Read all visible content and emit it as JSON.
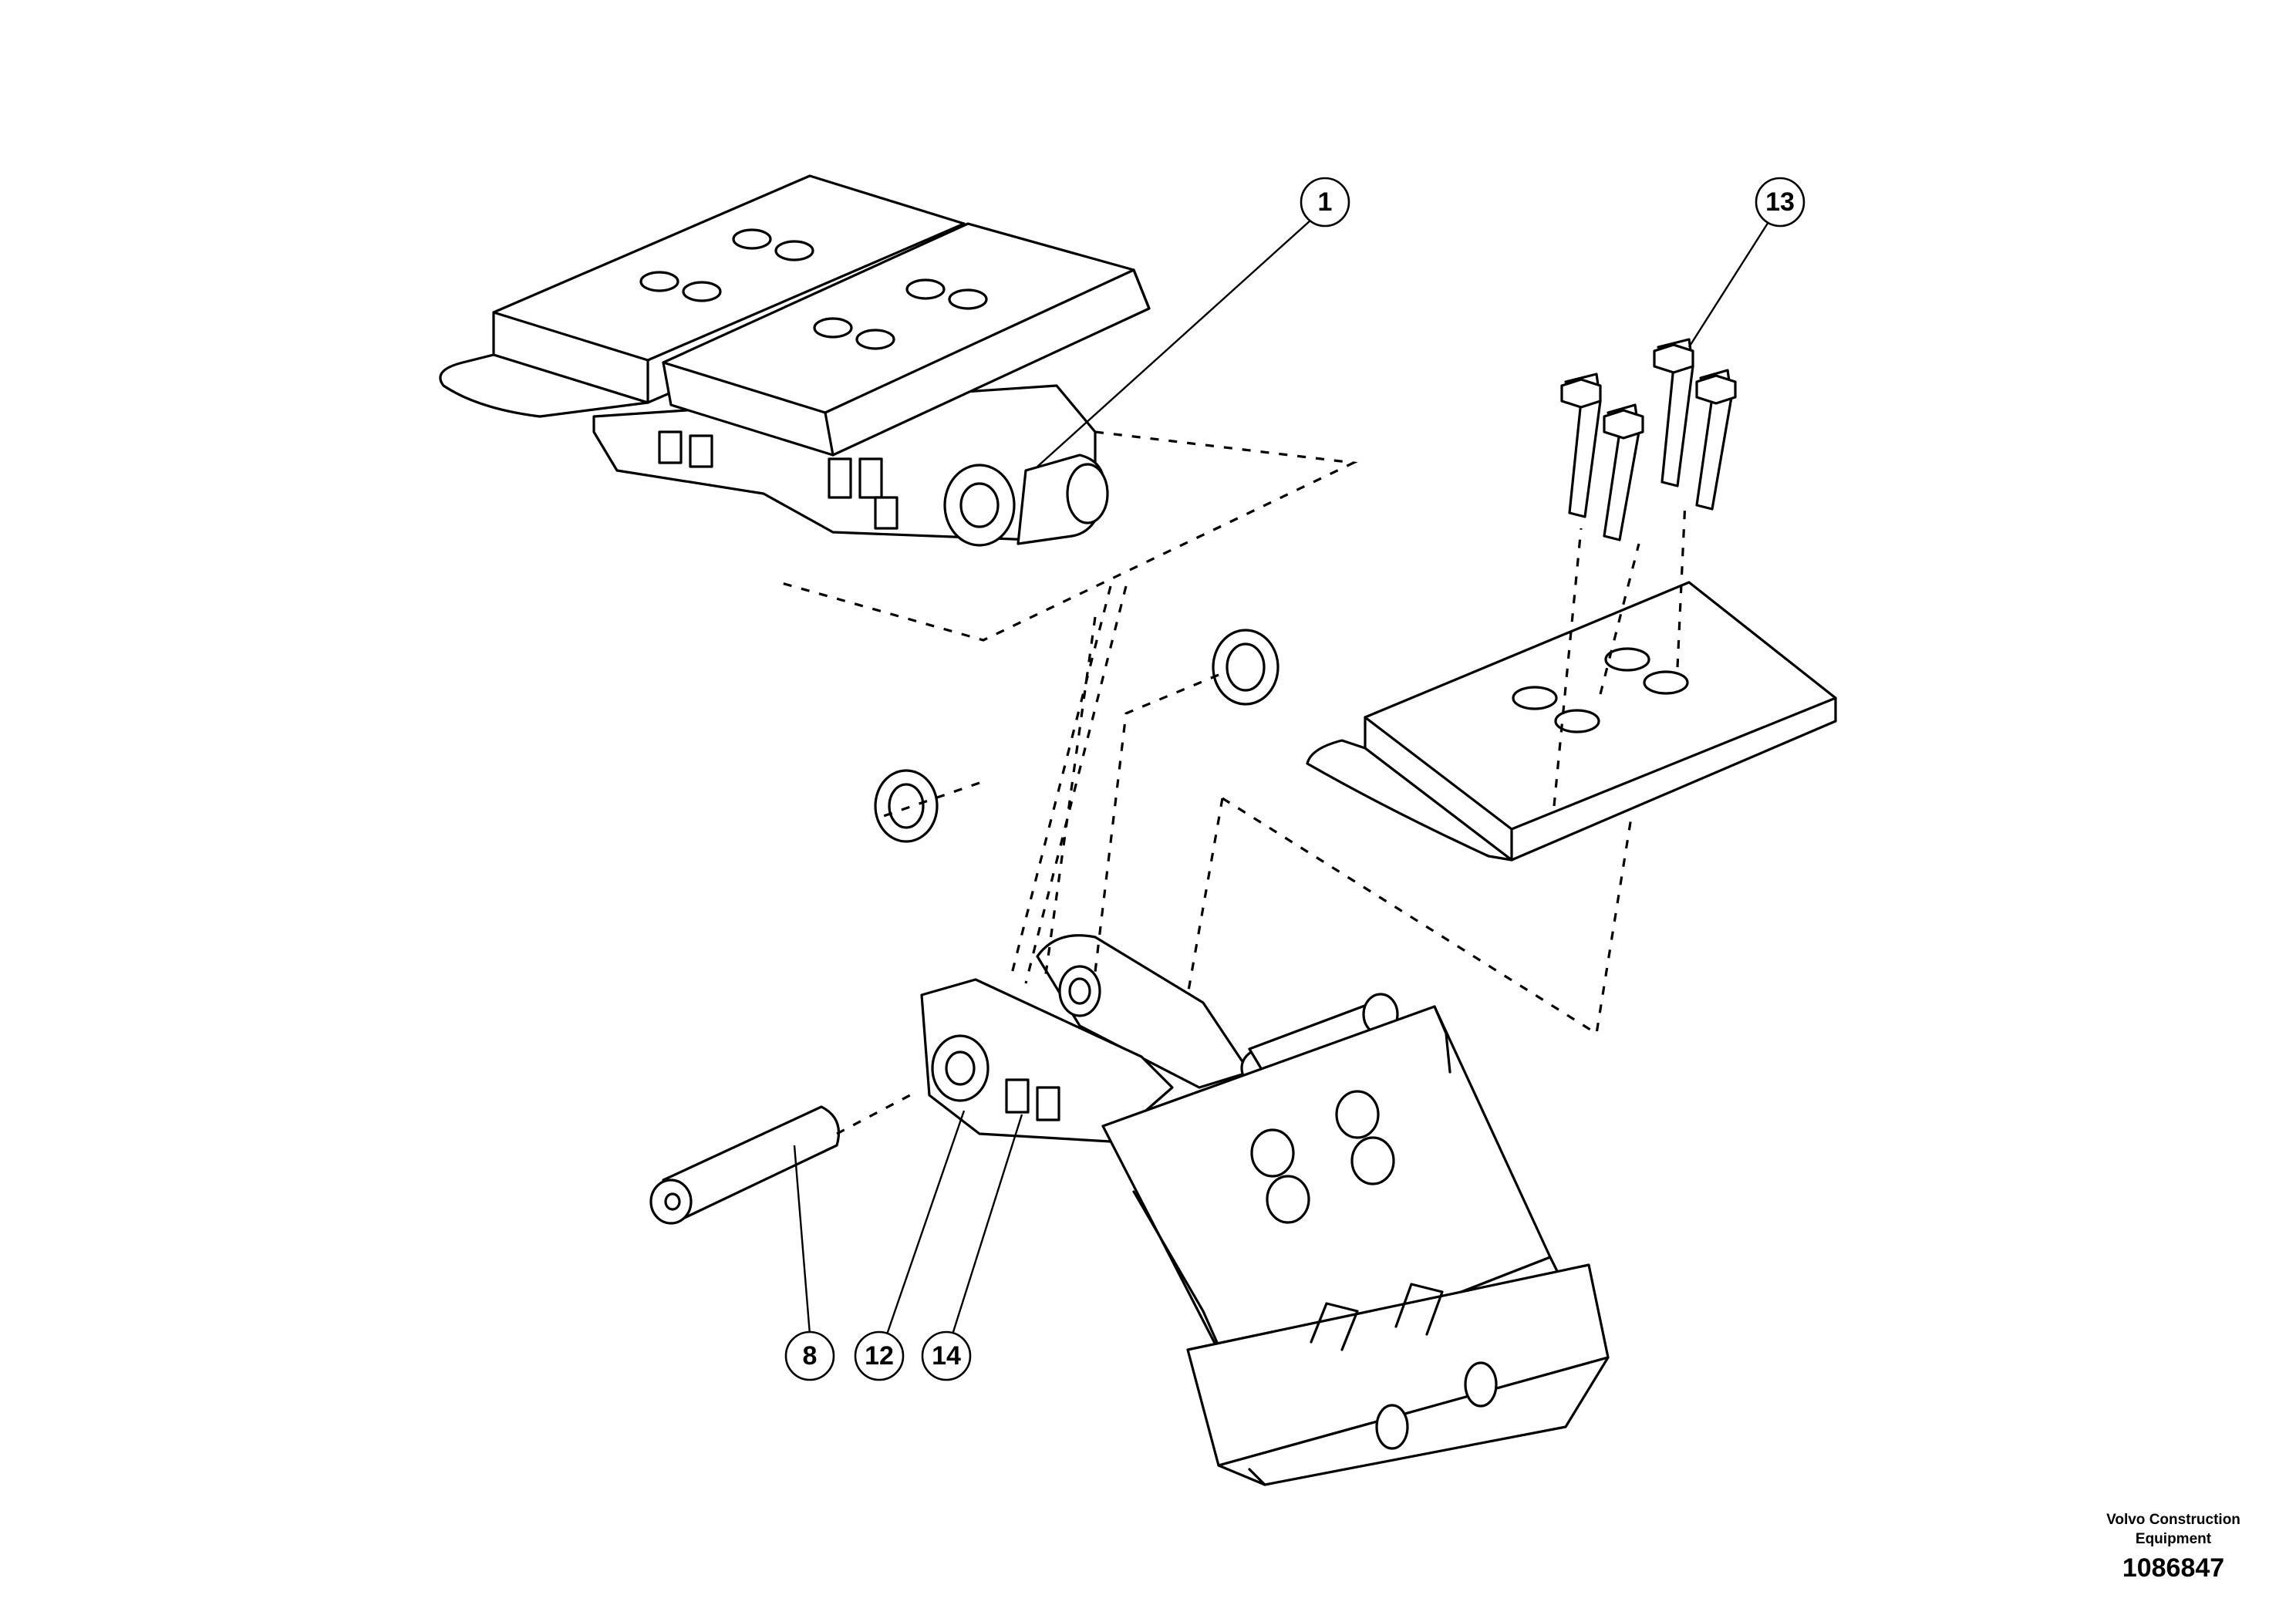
{
  "callouts": [
    {
      "id": "callout-1",
      "label": "1"
    },
    {
      "id": "callout-13",
      "label": "13"
    },
    {
      "id": "callout-8",
      "label": "8"
    },
    {
      "id": "callout-12",
      "label": "12"
    },
    {
      "id": "callout-14",
      "label": "14"
    }
  ],
  "footer": {
    "brand_line1": "Volvo Construction",
    "brand_line2": "Equipment",
    "part_number": "1086847"
  }
}
